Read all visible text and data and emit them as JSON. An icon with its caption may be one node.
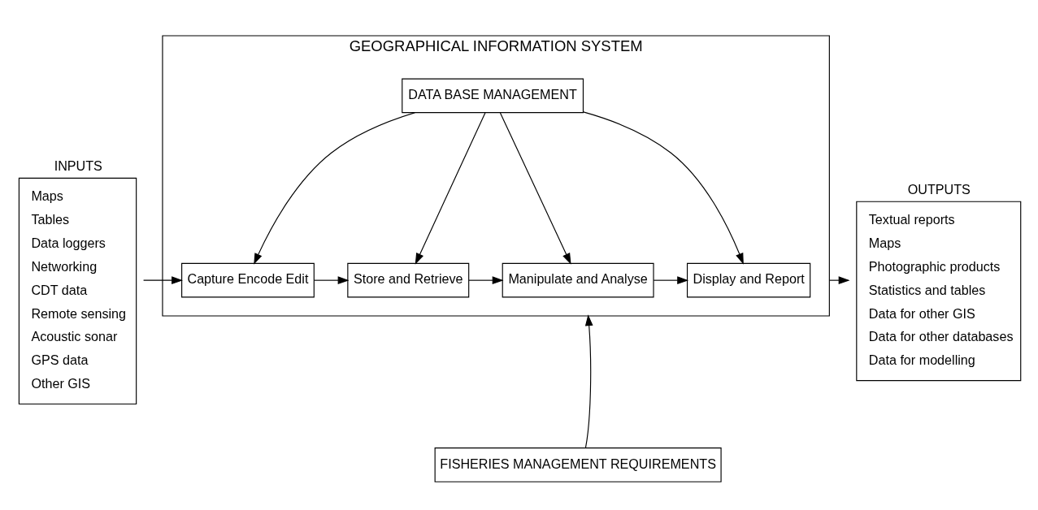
{
  "diagram": {
    "nodes": [
      {
        "text": [
          "INPUTS",
          "Maps",
          "Tables",
          "Data loggers",
          "Networking",
          "CDT data",
          "Remote sensing",
          "Acoustic sonar",
          "GPS data",
          "Other GIS"
        ]
      },
      {
        "text": [
          "GEOGRAPHICAL INFORMATION SYSTEM"
        ]
      },
      {
        "text": [
          "DATA BASE MANAGEMENT"
        ],
        "in": 1
      },
      {
        "text": [
          "Capture Encode Edit"
        ],
        "in": 1
      },
      {
        "text": [
          "Store and Retrieve"
        ],
        "in": 1
      },
      {
        "text": [
          "Manipulate and Analyse"
        ],
        "in": 1
      },
      {
        "text": [
          "Display and Report"
        ],
        "in": 1
      },
      {
        "text": [
          "FISHERIES MANAGEMENT REQUIREMENTS"
        ]
      },
      {
        "text": [
          "OUTPUTS",
          "Textual reports",
          "Maps",
          "Photographic products",
          "Statistics and tables",
          "Data for other GIS",
          "Data for other databases",
          "Data for modelling"
        ]
      }
    ],
    "edges": [
      {
        "from": 0,
        "to": 3,
        "arrow": "to"
      },
      {
        "from": 3,
        "to": 4,
        "arrow": "to"
      },
      {
        "from": 4,
        "to": 5,
        "arrow": "to"
      },
      {
        "from": 5,
        "to": 6,
        "arrow": "to"
      },
      {
        "from": 2,
        "to": 3,
        "arrow": "to"
      },
      {
        "from": 2,
        "to": 4,
        "arrow": "to"
      },
      {
        "from": 2,
        "to": 5,
        "arrow": "to"
      },
      {
        "from": 2,
        "to": 6,
        "arrow": "to"
      },
      {
        "from": 7,
        "to": 1,
        "arrow": "to"
      },
      {
        "from": 1,
        "to": 8,
        "arrow": "to"
      }
    ]
  }
}
